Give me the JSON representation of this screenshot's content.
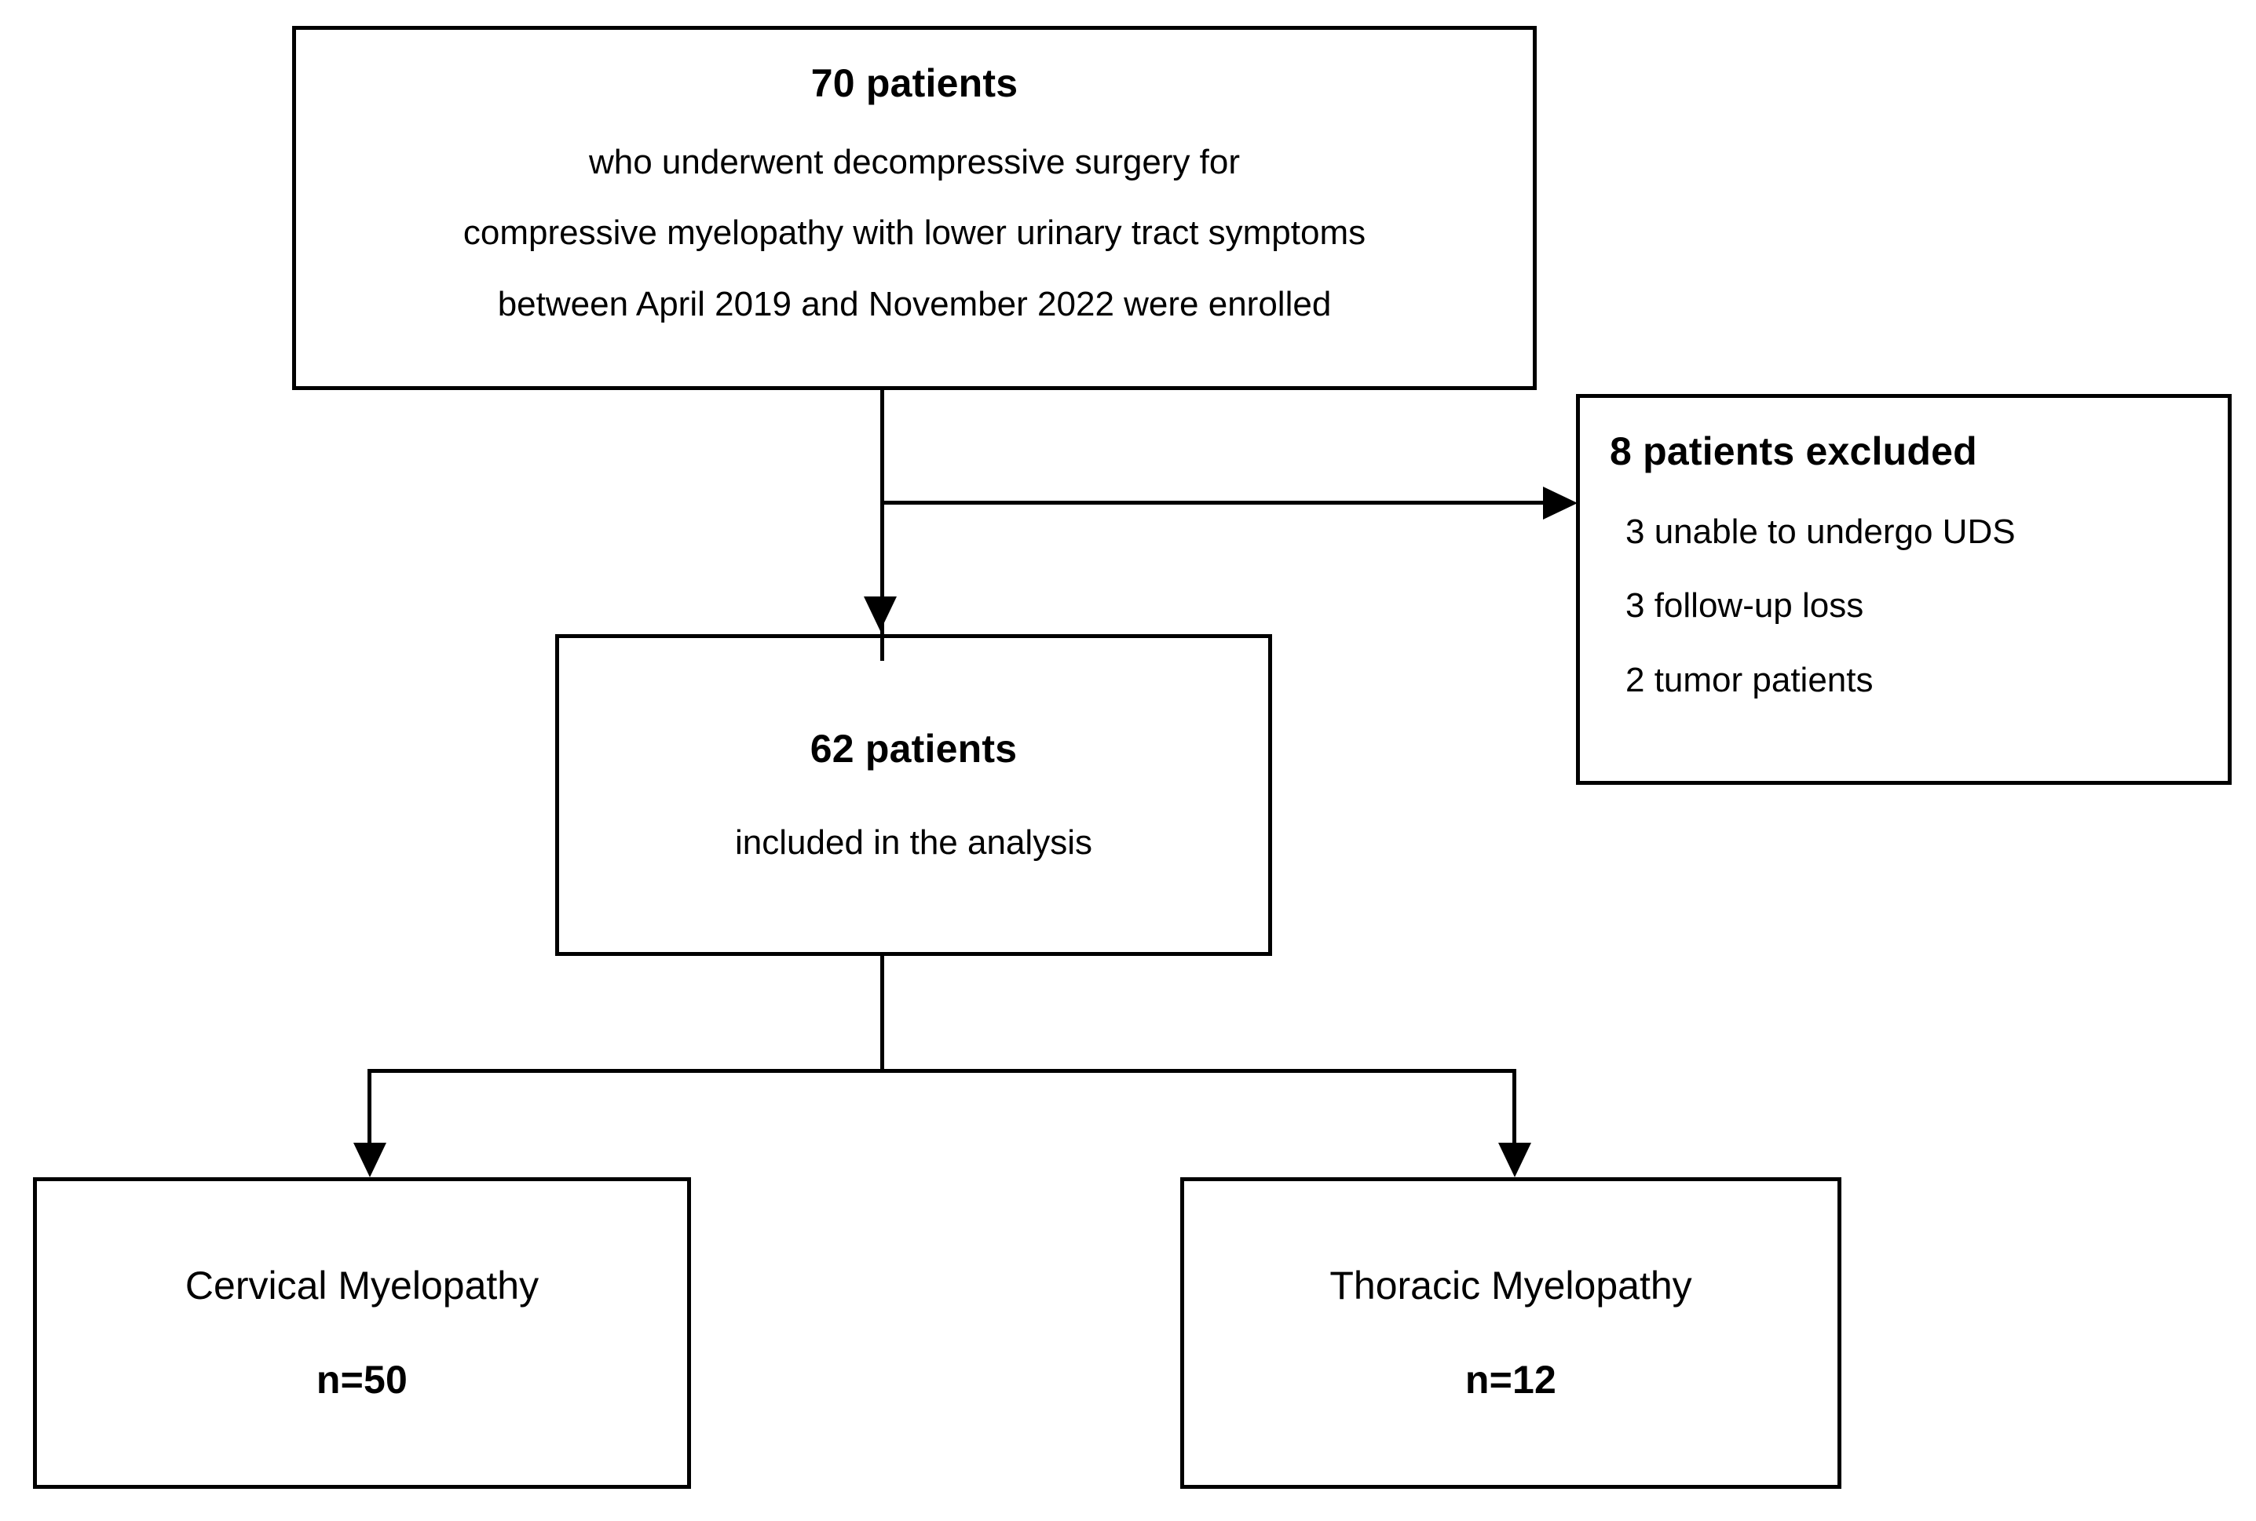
{
  "diagram": {
    "type": "patient-flow-chart",
    "nodes": {
      "enrolled": {
        "headline": "70 patients",
        "lines": [
          "who underwent decompressive surgery for",
          "compressive myelopathy with lower urinary tract symptoms",
          "between April 2019 and November 2022 were enrolled"
        ]
      },
      "excluded": {
        "headline": "8 patients excluded",
        "lines": [
          "3 unable to undergo UDS",
          "3 follow-up loss",
          "2 tumor patients"
        ]
      },
      "included": {
        "headline": "62 patients",
        "subline": "included in the analysis"
      },
      "cervical": {
        "name": "Cervical Myelopathy",
        "count": "n=50"
      },
      "thoracic": {
        "name": "Thoracic Myelopathy",
        "count": "n=12"
      }
    },
    "colors": {
      "stroke": "#000000",
      "fill": "#ffffff",
      "text": "#000000"
    }
  }
}
